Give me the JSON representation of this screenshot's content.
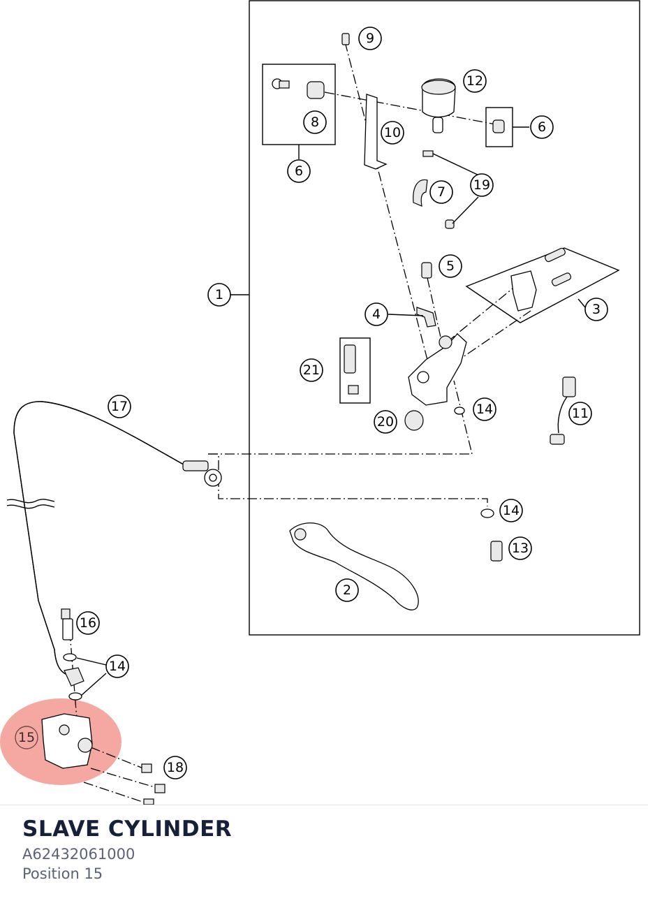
{
  "diagram": {
    "callouts": [
      "1",
      "2",
      "3",
      "4",
      "5",
      "6",
      "6",
      "7",
      "8",
      "9",
      "10",
      "11",
      "12",
      "13",
      "14",
      "14",
      "14",
      "15",
      "16",
      "17",
      "18",
      "19",
      "20",
      "21"
    ],
    "highlight_color": "#f28b82"
  },
  "footer": {
    "title": "SLAVE CYLINDER",
    "part_number": "A62432061000",
    "position_label": "Position 15"
  }
}
